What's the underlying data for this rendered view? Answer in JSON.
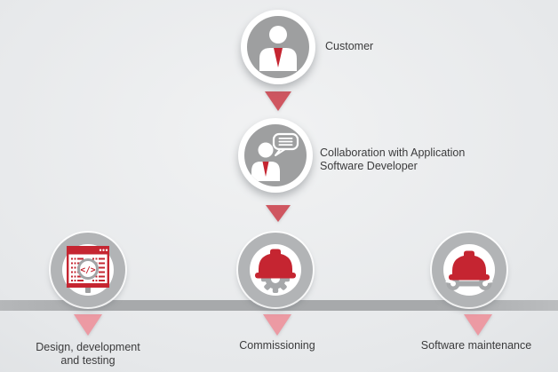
{
  "colors": {
    "accent_red": "#c52531",
    "arrow_rose": "#cf5660",
    "arrow_pink": "#ec9aa3",
    "avatar_gray": "#9e9fa0",
    "ring_gray": "#b2b4b6",
    "bar_gray": "#a9abad",
    "tool_gray": "#a6a8aa",
    "text": "#3b3b3c"
  },
  "flow": {
    "nodes": {
      "customer": {
        "label": "Customer",
        "icon": "person-icon"
      },
      "collaboration": {
        "line1": "Collaboration with Application",
        "line2": "Software Developer",
        "icon": "person-speech-bubble-icon"
      },
      "design": {
        "line1": "Design, development",
        "line2": "and testing",
        "icon": "code-window-magnifier-icon",
        "icon_glyph": "</>"
      },
      "commissioning": {
        "label": "Commissioning",
        "icon": "hardhat-gear-icon"
      },
      "maintenance": {
        "label": "Software maintenance",
        "icon": "hardhat-wrench-icon"
      }
    }
  }
}
